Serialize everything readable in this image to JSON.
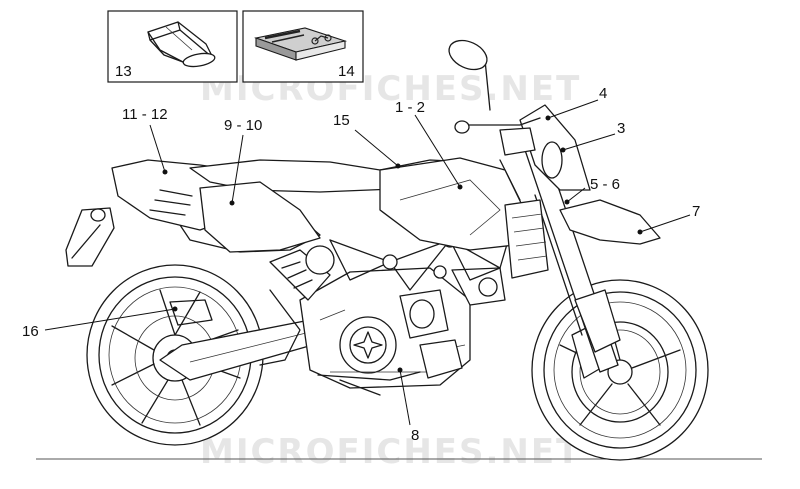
{
  "watermark_text": "MICROFICHES.NET",
  "accent_color": "#1a1a1a",
  "inset_boxes": [
    {
      "label": "13",
      "item": "repair-kit-pouch"
    },
    {
      "label": "14",
      "item": "owners-manual-book"
    }
  ],
  "callouts": [
    {
      "label": "13"
    },
    {
      "label": "14"
    },
    {
      "label": "11 - 12"
    },
    {
      "label": "9 - 10"
    },
    {
      "label": "15"
    },
    {
      "label": "1 - 2"
    },
    {
      "label": "4"
    },
    {
      "label": "3"
    },
    {
      "label": "5 - 6"
    },
    {
      "label": "7"
    },
    {
      "label": "16"
    },
    {
      "label": "8"
    }
  ]
}
